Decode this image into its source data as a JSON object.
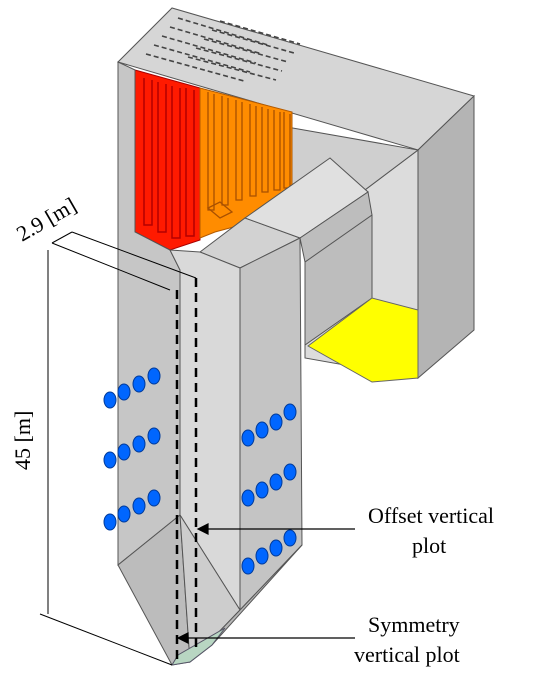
{
  "labels": {
    "width_dimension": "2.9 [m]",
    "height_dimension": "45 [m]",
    "offset_line1": "Offset vertical",
    "offset_line2": "plot",
    "symmetry_line1": "Symmetry",
    "symmetry_line2": "vertical plot"
  },
  "colors": {
    "wall": "#c8c8c8",
    "wall_dark": "#a9a9a9",
    "wall_light": "#dedede",
    "superheater_hot": "#ff1a00",
    "superheater_warm": "#ff8c00",
    "outlet": "#ffff00",
    "burner": "#0066ff"
  }
}
